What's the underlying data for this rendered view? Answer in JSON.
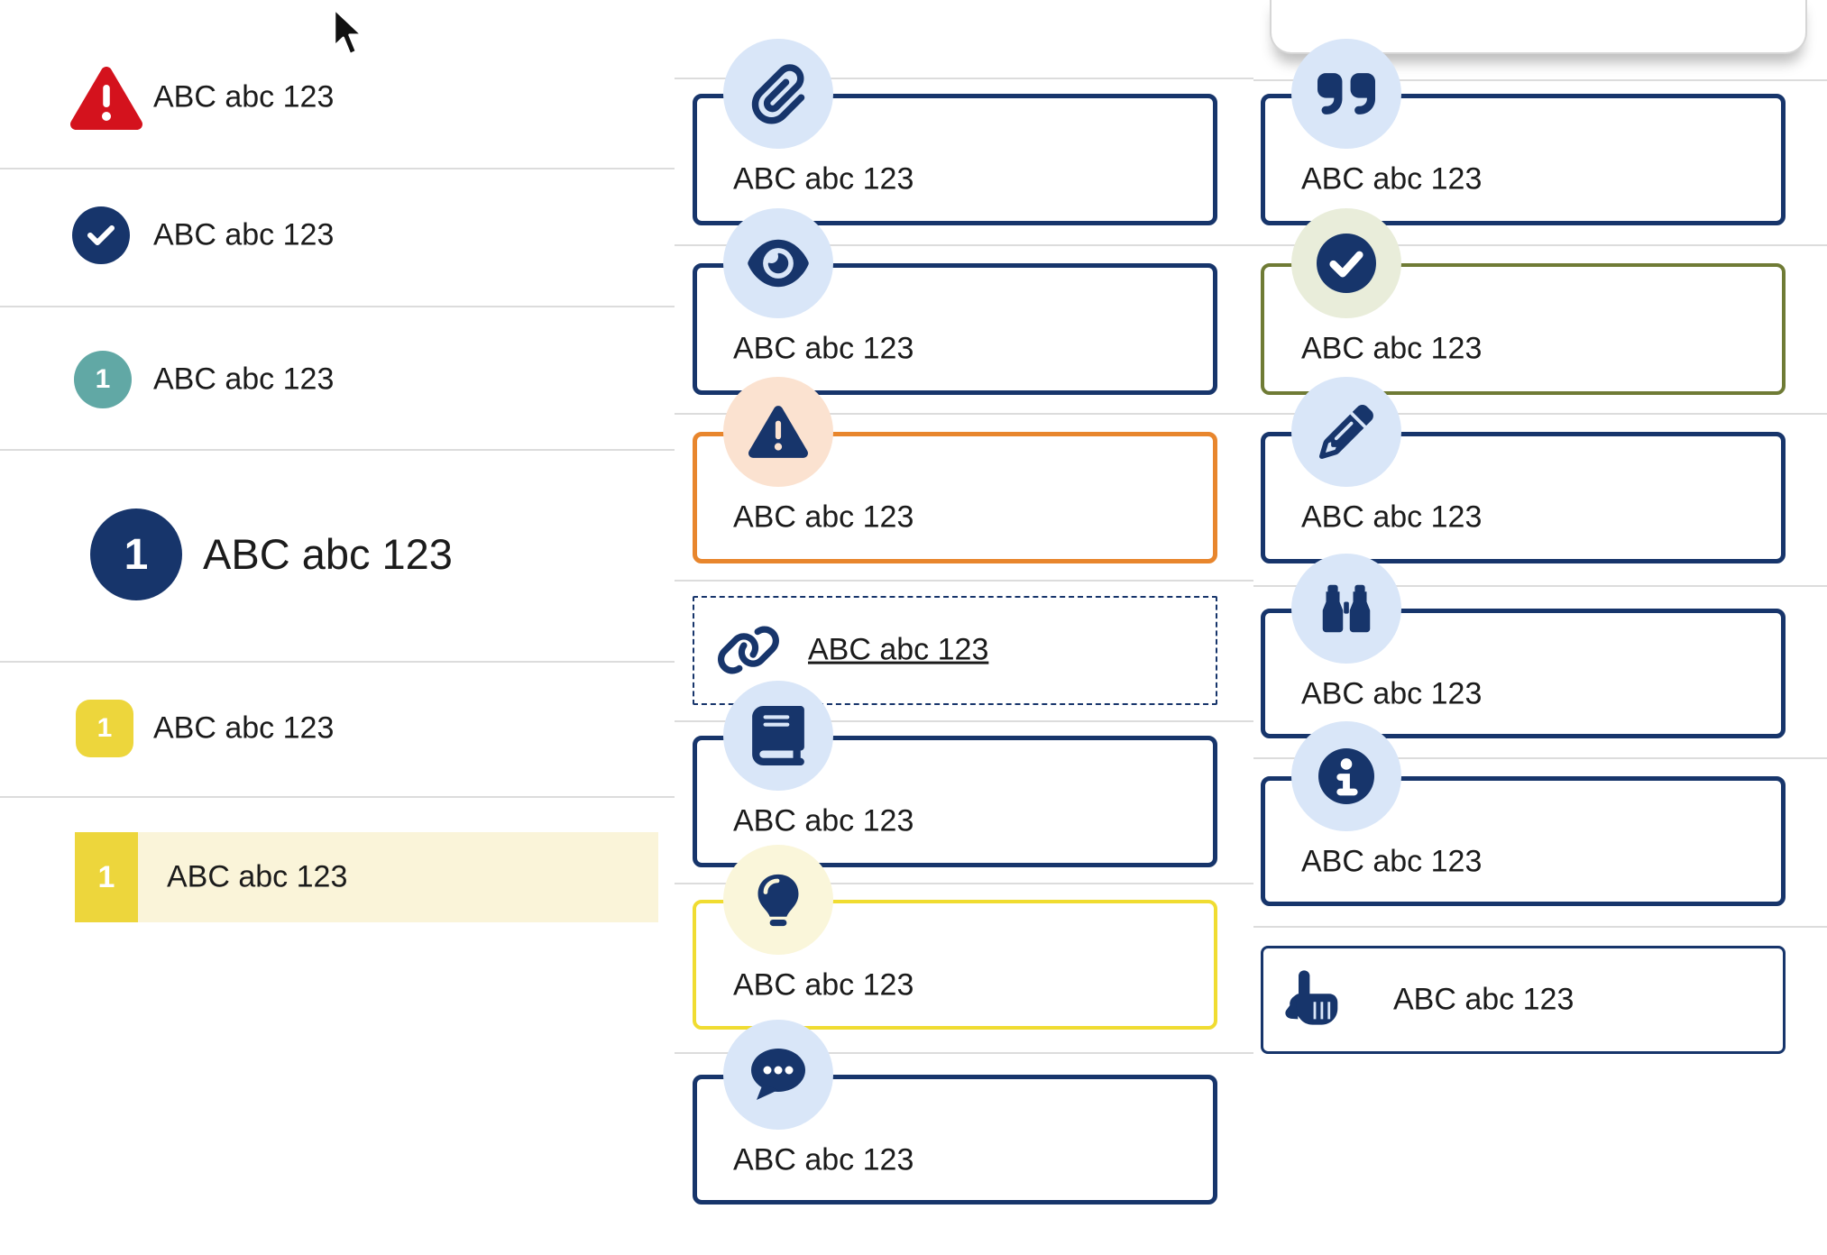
{
  "colors": {
    "navy": "#17356b",
    "light_blue_circle": "#d9e6f8",
    "peach_circle": "#fbe2d0",
    "cream_circle": "#faf6da",
    "sage_circle": "#e9edda",
    "orange_border": "#e8862d",
    "yellow_border": "#f0dc31",
    "olive_border": "#6f7b35",
    "red": "#d4121d",
    "teal": "#61a8a5",
    "yellow_badge": "#edd63c",
    "highlight_row_bg": "#faf4d9",
    "divider": "#dcdcdc",
    "text": "#1b1b1b"
  },
  "left_list": {
    "items": [
      {
        "icon": "warning-triangle-icon",
        "label": "ABC abc 123"
      },
      {
        "icon": "check-circle-icon",
        "label": "ABC abc 123"
      },
      {
        "icon": "teal-number-badge",
        "badge": "1",
        "label": "ABC abc 123"
      },
      {
        "icon": "navy-number-badge",
        "badge": "1",
        "label": "ABC abc 123",
        "emphasis": "large"
      },
      {
        "icon": "yellow-number-badge",
        "badge": "1",
        "label": "ABC abc 123"
      },
      {
        "icon": "yellow-number-badge",
        "badge": "1",
        "label": "ABC abc 123",
        "highlighted": true
      }
    ]
  },
  "middle_callouts": [
    {
      "icon": "paperclip-icon",
      "label": "ABC abc 123",
      "style": "navy"
    },
    {
      "icon": "eye-icon",
      "label": "ABC abc 123",
      "style": "navy"
    },
    {
      "icon": "warning-triangle-icon",
      "label": "ABC abc 123",
      "style": "orange"
    },
    {
      "icon": "link-icon",
      "label": "ABC abc 123",
      "style": "dashed-link"
    },
    {
      "icon": "book-icon",
      "label": "ABC abc 123",
      "style": "navy"
    },
    {
      "icon": "lightbulb-icon",
      "label": "ABC abc 123",
      "style": "yellow"
    },
    {
      "icon": "chat-dots-icon",
      "label": "ABC abc 123",
      "style": "navy"
    }
  ],
  "right_callouts": [
    {
      "icon": "quote-icon",
      "label": "ABC abc 123",
      "style": "navy"
    },
    {
      "icon": "check-circle-icon",
      "label": "ABC abc 123",
      "style": "olive"
    },
    {
      "icon": "pencil-icon",
      "label": "ABC abc 123",
      "style": "navy"
    },
    {
      "icon": "binoculars-icon",
      "label": "ABC abc 123",
      "style": "navy"
    },
    {
      "icon": "info-circle-icon",
      "label": "ABC abc 123",
      "style": "navy"
    },
    {
      "icon": "hand-pointer-icon",
      "label": "ABC abc 123",
      "style": "navy-inline"
    }
  ]
}
